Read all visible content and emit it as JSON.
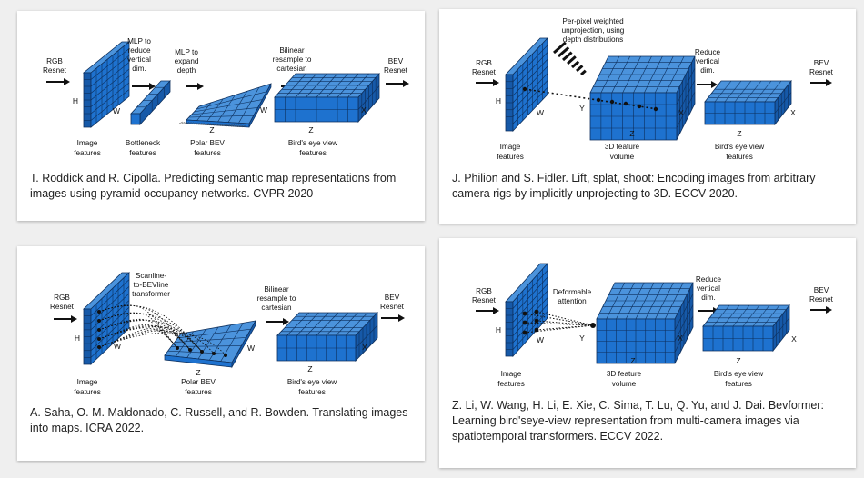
{
  "colors": {
    "block_fill": "#1e72cf",
    "block_top": "#4b93dc",
    "block_side": "#1659a8",
    "grid_line": "#0d2f5c"
  },
  "panels": [
    {
      "caption": "T. Roddick and R. Cipolla. Predicting semantic map representations from images using pyramid occupancy networks. CVPR 2020",
      "labels": {
        "rgb": [
          "RGB",
          "Resnet"
        ],
        "mlp_reduce": [
          "MLP to",
          "reduce",
          "vertical",
          "dim."
        ],
        "mlp_expand": [
          "MLP to",
          "expand",
          "depth"
        ],
        "bilinear": [
          "Bilinear",
          "resample to",
          "cartesian"
        ],
        "bev": [
          "BEV",
          "Resnet"
        ],
        "image_features": [
          "Image",
          "features"
        ],
        "bottleneck": [
          "Bottleneck",
          "features"
        ],
        "polar": [
          "Polar BEV",
          "features"
        ],
        "birds_eye": [
          "Bird's eye view",
          "features"
        ],
        "axes": {
          "h": "H",
          "w1": "W",
          "w2": "W",
          "z1": "Z",
          "z2": "Z",
          "x": "X"
        }
      }
    },
    {
      "caption": "J. Philion and S. Fidler. Lift, splat, shoot: Encoding images from arbitrary camera rigs by implicitly unprojecting to 3D. ECCV 2020.",
      "labels": {
        "rgb": [
          "RGB",
          "Resnet"
        ],
        "unproj": [
          "Per-pixel weighted",
          "unprojection, using",
          "depth distributions"
        ],
        "reduce": [
          "Reduce",
          "vertical",
          "dim."
        ],
        "bev": [
          "BEV",
          "Resnet"
        ],
        "image_features": [
          "Image",
          "features"
        ],
        "volume": [
          "3D feature",
          "volume"
        ],
        "birds_eye": [
          "Bird's eye view",
          "features"
        ],
        "axes": {
          "h": "H",
          "w": "W",
          "y": "Y",
          "z1": "Z",
          "x1": "X",
          "z2": "Z",
          "x2": "X"
        }
      }
    },
    {
      "caption": "A. Saha, O. M. Maldonado, C. Russell, and R. Bowden. Translating images into maps. ICRA 2022.",
      "labels": {
        "rgb": [
          "RGB",
          "Resnet"
        ],
        "scanline": [
          "Scanline-",
          "to-BEVline",
          "transformer"
        ],
        "bilinear": [
          "Bilinear",
          "resample to",
          "cartesian"
        ],
        "bev": [
          "BEV",
          "Resnet"
        ],
        "image_features": [
          "Image",
          "features"
        ],
        "polar": [
          "Polar BEV",
          "features"
        ],
        "birds_eye": [
          "Bird's eye view",
          "features"
        ],
        "axes": {
          "h": "H",
          "w1": "W",
          "w2": "W",
          "z1": "Z",
          "z2": "Z",
          "x": "X"
        }
      }
    },
    {
      "caption": "Z. Li, W. Wang, H. Li, E. Xie, C. Sima, T. Lu, Q. Yu, and J. Dai. Bevformer: Learning bird'seye-view representation from multi-camera images via spatiotemporal transformers. ECCV 2022.",
      "labels": {
        "rgb": [
          "RGB",
          "Resnet"
        ],
        "deformable": [
          "Deformable",
          "attention"
        ],
        "reduce": [
          "Reduce",
          "vertical",
          "dim."
        ],
        "bev": [
          "BEV",
          "Resnet"
        ],
        "image_features": [
          "Image",
          "features"
        ],
        "volume": [
          "3D feature",
          "volume"
        ],
        "birds_eye": [
          "Bird's eye view",
          "features"
        ],
        "axes": {
          "h": "H",
          "w": "W",
          "y": "Y",
          "z1": "Z",
          "x1": "X",
          "z2": "Z",
          "x2": "X"
        }
      }
    }
  ]
}
